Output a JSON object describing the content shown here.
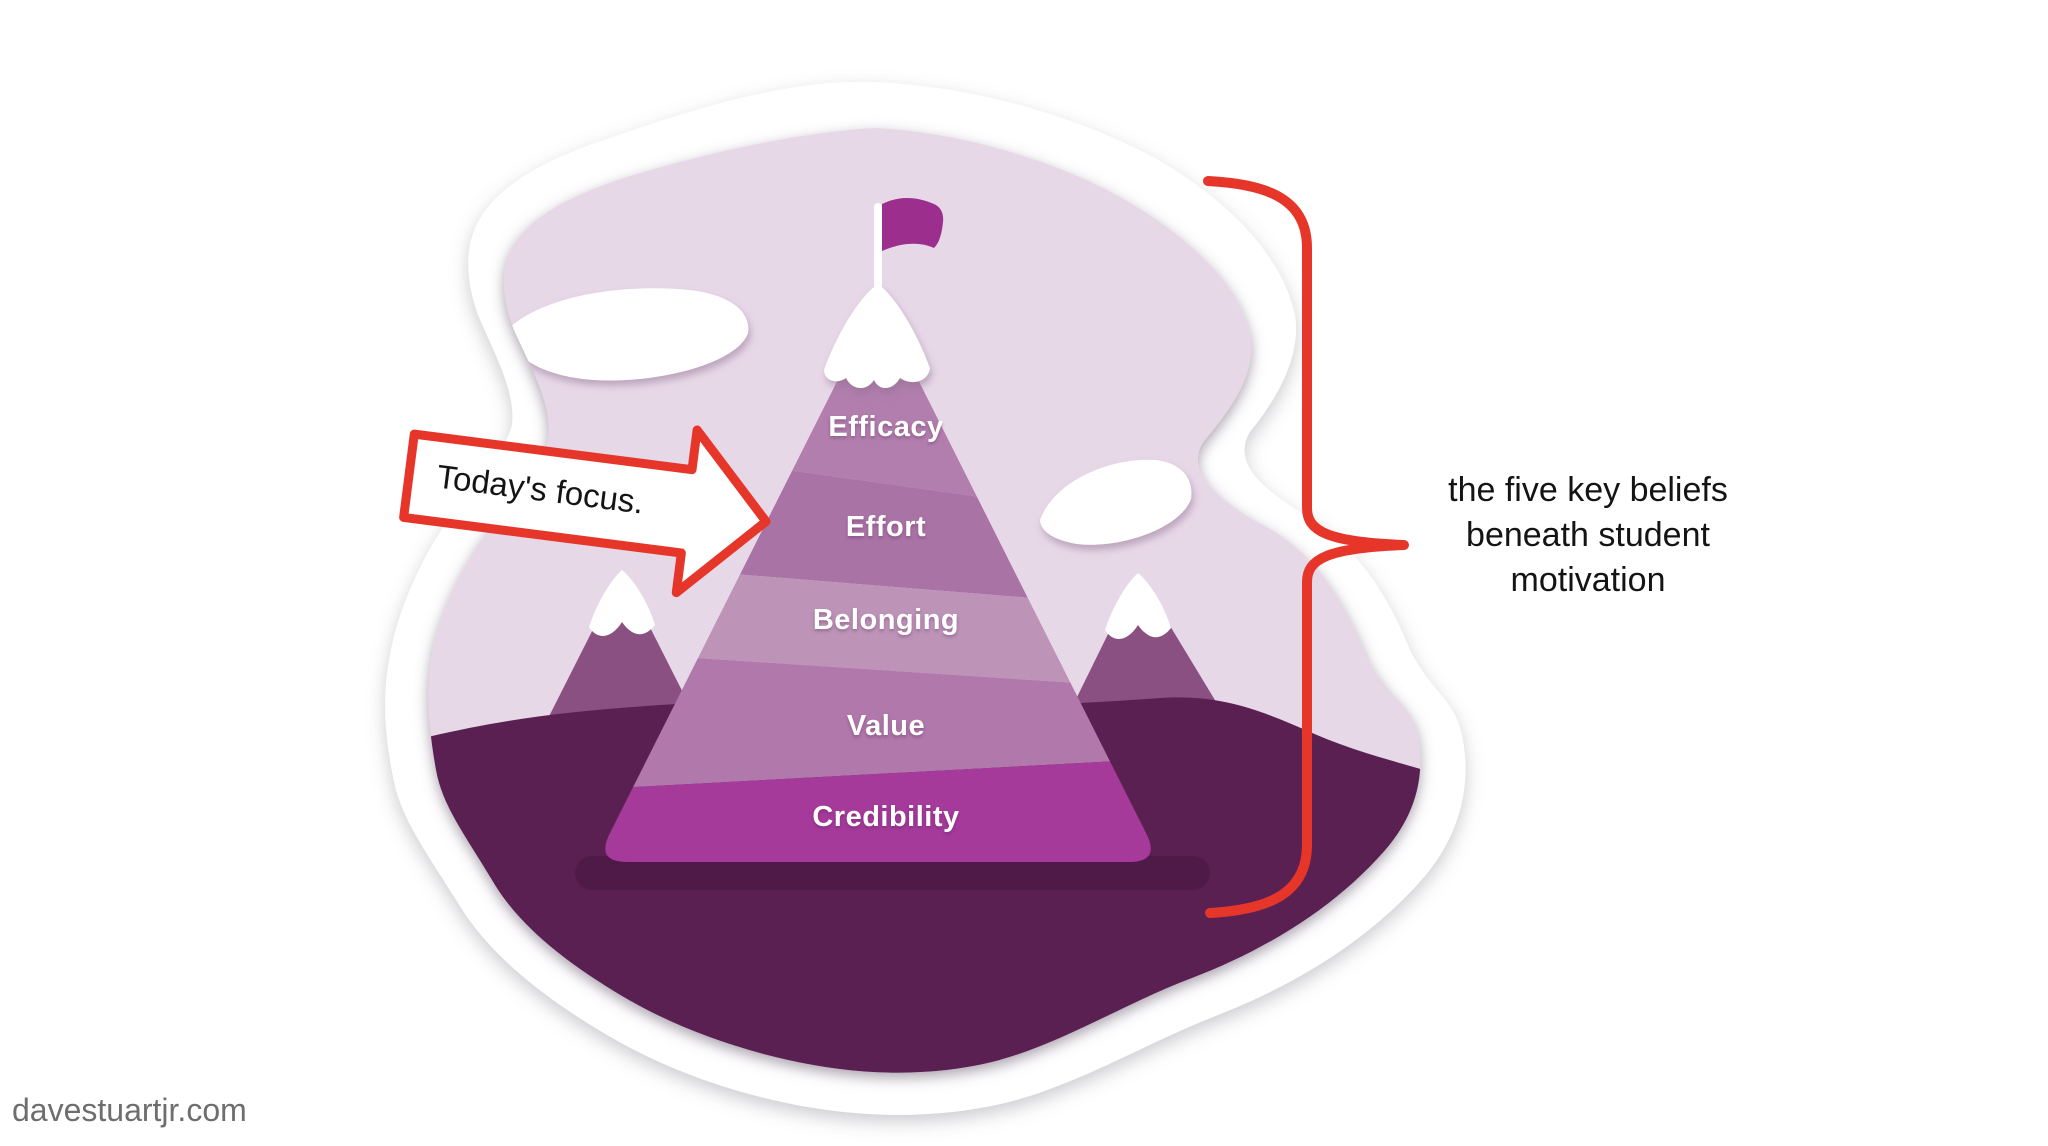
{
  "page": {
    "credit": "davestuartjr.com",
    "background_color": "#ffffff"
  },
  "diagram": {
    "pyramid": {
      "levels": [
        {
          "label": "Efficacy",
          "color": "#b17ead"
        },
        {
          "label": "Effort",
          "color": "#aa73a6"
        },
        {
          "label": "Belonging",
          "color": "#bd93b8"
        },
        {
          "label": "Value",
          "color": "#b078ab"
        },
        {
          "label": "Credibility",
          "color": "#a53a9b"
        }
      ],
      "label_color": "#ffffff"
    },
    "annotation_arrow": {
      "label": "Today's focus.",
      "fill": "#ffffff",
      "color": "#e6362a",
      "text_color": "#141414"
    },
    "brace": {
      "lines": [
        "the five key beliefs",
        "beneath student",
        "motivation"
      ],
      "color": "#e6362a",
      "text_color": "#141414"
    },
    "scene": {
      "sky_color": "#e7d8e8",
      "paper_rim_color": "#ffffff",
      "far_mountain_color": "#8a5082",
      "foreground_hill_color": "#5b2052",
      "pyramid_shadow_color": "#4d1a47",
      "flag_color": "#9c2e8e",
      "snow_cloud_color": "#ffffff"
    }
  }
}
